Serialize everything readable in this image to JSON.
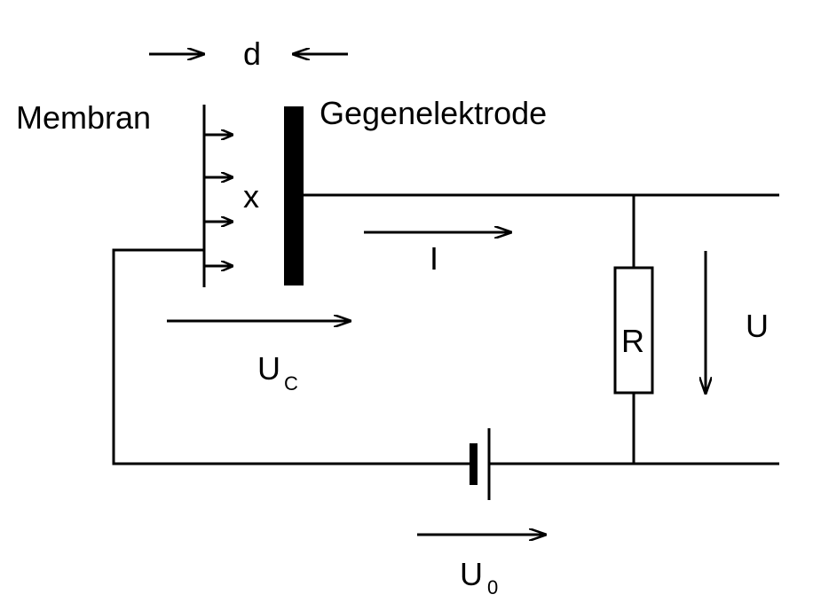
{
  "labels": {
    "d": "d",
    "membrane": "Membran",
    "counter_electrode": "Gegenelektrode",
    "x": "x",
    "current": "I",
    "resistor": "R",
    "voltage": "U",
    "capacitor_voltage": "U",
    "capacitor_voltage_sub": "C",
    "source_voltage": "U",
    "source_voltage_sub": "0"
  },
  "colors": {
    "line": "#000000",
    "background": "#ffffff"
  }
}
